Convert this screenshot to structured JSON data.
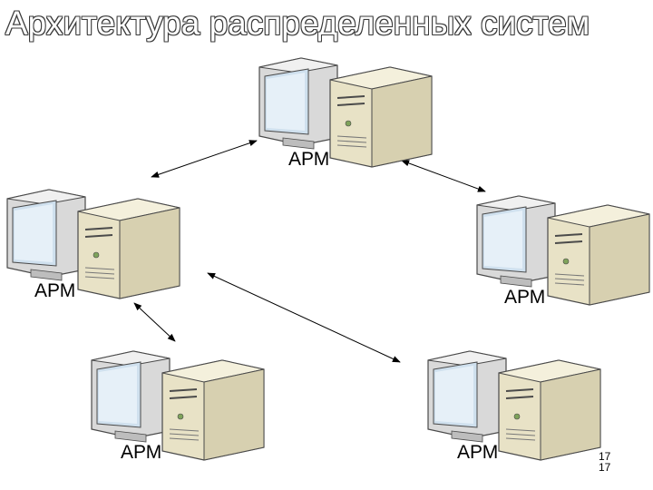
{
  "slide": {
    "title": "Архитектура распределенных систем",
    "page_number_top": "17",
    "page_number_bottom": "17"
  },
  "nodes": [
    {
      "id": "top",
      "label": "АРМ"
    },
    {
      "id": "left",
      "label": "АРМ"
    },
    {
      "id": "right",
      "label": "АРМ"
    },
    {
      "id": "bottom-left",
      "label": "АРМ"
    },
    {
      "id": "bottom-right",
      "label": "АРМ"
    }
  ],
  "icons": {
    "workstation": "computer-workstation-icon",
    "connection": "double-arrow-icon"
  },
  "colors": {
    "title_fill": "#ffffff",
    "title_outline": "#3a3a3a",
    "case_beige": "#e8e2c6",
    "monitor_grey": "#dcdcdc",
    "screen_blue": "#cfe0ee",
    "arrow": "#000000"
  }
}
